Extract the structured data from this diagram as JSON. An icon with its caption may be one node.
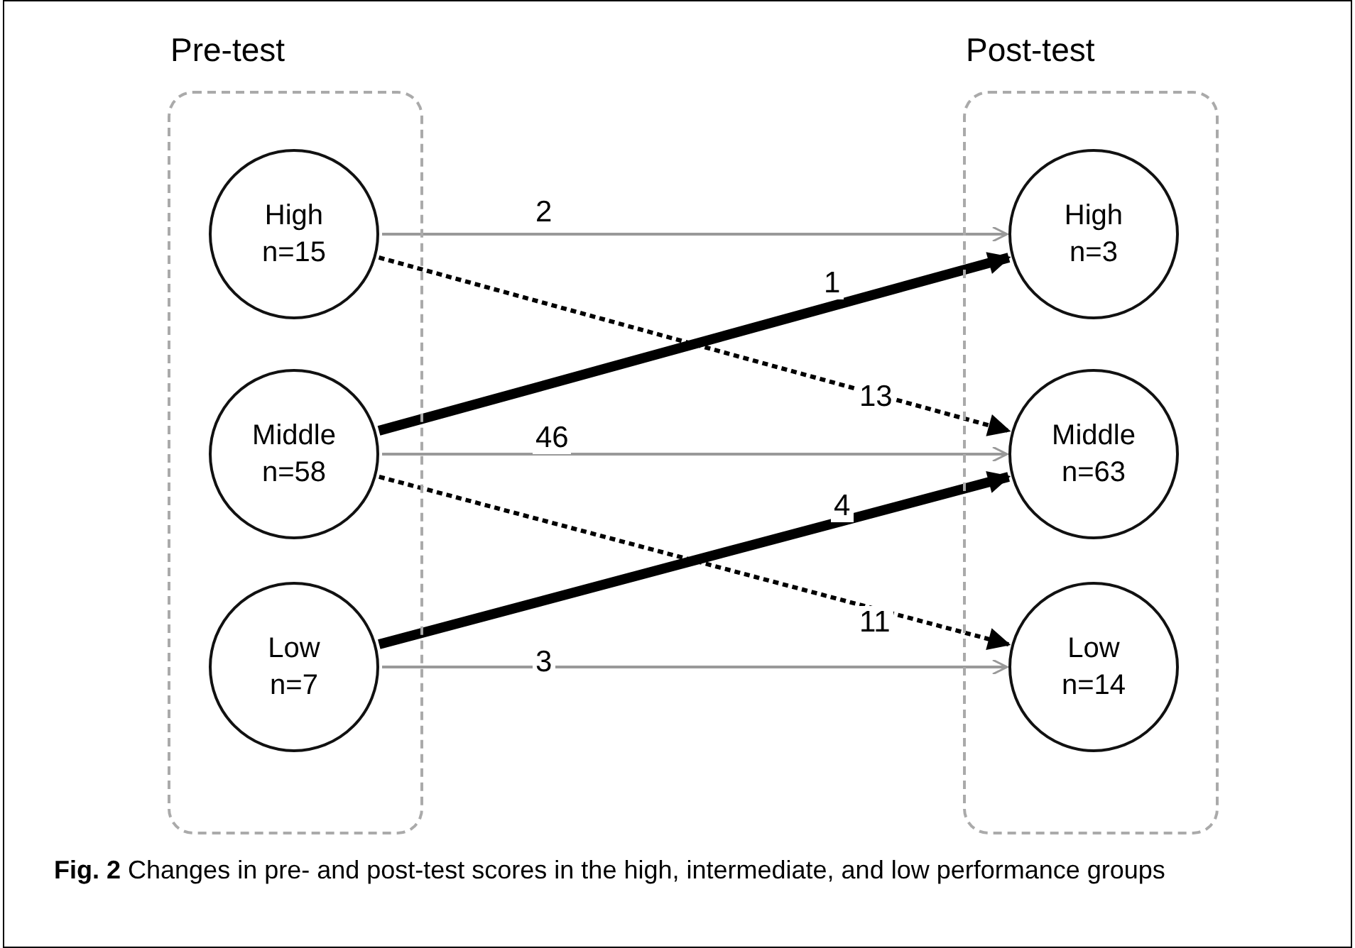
{
  "diagram": {
    "caption": "**Fig. 2** Changes in pre- and post-test scores in the high, intermediate, and low performance groups",
    "nodes": [
      {
        "text": [
          "Pre-test"
        ]
      },
      {
        "text": [
          "High",
          "n=15"
        ],
        "in": 0
      },
      {
        "text": [
          "Middle",
          "n=58"
        ],
        "in": 0
      },
      {
        "text": [
          "Low",
          "n=7"
        ],
        "in": 0
      },
      {
        "text": [
          "Post-test"
        ]
      },
      {
        "text": [
          "High",
          "n=3"
        ],
        "in": 4
      },
      {
        "text": [
          "Middle",
          "n=63"
        ],
        "in": 4
      },
      {
        "text": [
          "Low",
          "n=14"
        ],
        "in": 4
      }
    ],
    "edges": [
      {
        "from": 1,
        "to": 5,
        "arrow": "to",
        "label": "2",
        "color": "#999999"
      },
      {
        "from": 1,
        "to": 6,
        "arrow": "to",
        "label": "13",
        "style": "dashed"
      },
      {
        "from": 2,
        "to": 5,
        "arrow": "to",
        "label": "1",
        "style": "thick"
      },
      {
        "from": 2,
        "to": 6,
        "arrow": "to",
        "label": "46",
        "color": "#999999"
      },
      {
        "from": 2,
        "to": 7,
        "arrow": "to",
        "label": "11",
        "style": "dashed"
      },
      {
        "from": 3,
        "to": 6,
        "arrow": "to",
        "label": "4",
        "style": "thick"
      },
      {
        "from": 3,
        "to": 7,
        "arrow": "to",
        "label": "3",
        "color": "#999999"
      }
    ]
  }
}
